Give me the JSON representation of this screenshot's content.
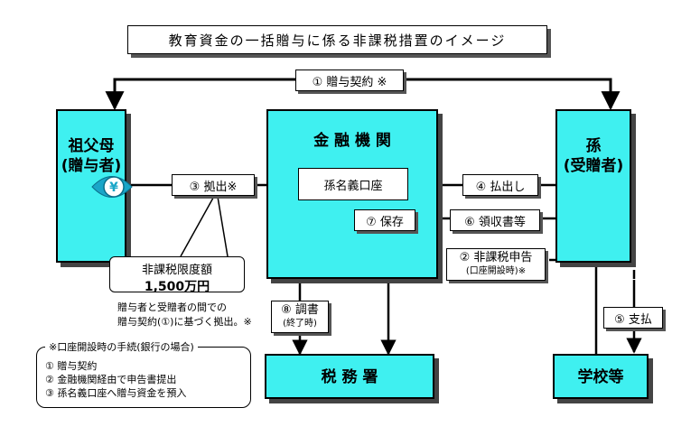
{
  "title": "教育資金の一括贈与に係る非課税措置のイメージ",
  "entities": {
    "grandparent": "祖父母\n(贈与者)",
    "bank": "金 融 機 関",
    "grandchild": "孫\n(受贈者)",
    "tax_office": "税 務 署",
    "school": "学校等"
  },
  "yen_symbol": "¥",
  "account": "孫名義口座",
  "steps": {
    "contract": "① 贈与契約 ※",
    "deposit": "③ 拠出※",
    "withdraw": "④ 払出し",
    "receipt": "⑥ 領収書等",
    "store": "⑦ 保存",
    "declaration": "② 非課税申告",
    "declaration_sub": "(口座開設時)※",
    "report": "⑧ 調書",
    "report_sub": "(終了時)",
    "payment": "⑤ 支払"
  },
  "limit": {
    "label": "非課税限度額",
    "amount": "1,500万円"
  },
  "note": "贈与者と受贈者の間での\n贈与契約(①)に基づく拠出。※",
  "procedure": {
    "title": "※口座開設時の手続(銀行の場合)",
    "items": "①  贈与契約\n②  金融機関経由で申告書提出\n③  孫名義口座へ贈与資金を預入"
  },
  "colors": {
    "panel": "#3ff0f0",
    "icon": "#1aa6c8"
  }
}
